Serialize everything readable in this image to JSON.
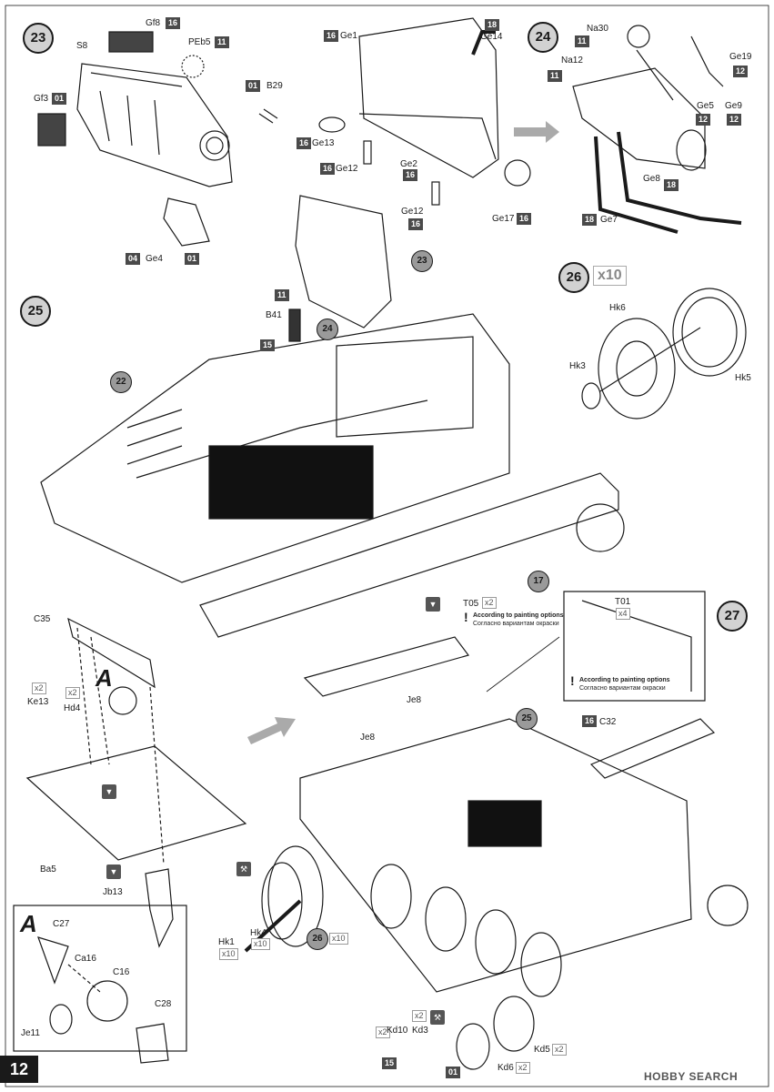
{
  "page_number": "12",
  "watermark": "HOBBY SEARCH",
  "steps": {
    "s23": "23",
    "s24": "24",
    "s25": "25",
    "s26": "26",
    "s27": "27"
  },
  "refs": {
    "r22": "22",
    "r23": "23",
    "r24": "24",
    "r17": "17",
    "r25": "25",
    "r26": "26"
  },
  "qty": {
    "x10_big": "x10",
    "x10_small": "x10",
    "x2_ke13": "x2",
    "x2_hd4": "x2",
    "x10_hk1": "x10",
    "x10_hk4": "x10",
    "x2_t05": "x2",
    "x4_t01": "x4",
    "x2_kd10": "x2",
    "x2_kd3": "x2",
    "x2_kd5": "x2",
    "x2_kd6": "x2"
  },
  "notes": {
    "en": "According to painting options",
    "ru": "Согласно вариантам окраски",
    "en2": "According to painting options",
    "ru2": "Согласно вариантам окраски"
  },
  "callout_A": "A",
  "callout_A2": "A",
  "step23": {
    "gf8": "Gf8",
    "gf8_tag": "16",
    "s8": "S8",
    "peb5": "PEb5",
    "peb5_tag": "11",
    "gf3": "Gf3",
    "gf3_tag": "01",
    "b29": "B29",
    "b29_tag": "01",
    "ge4": "Ge4",
    "ge4_tag1": "04",
    "ge4_tag2": "01"
  },
  "step24a": {
    "ge1": "Ge1",
    "ge1_tag": "16",
    "ge14": "Ge14",
    "ge14_tag": "18",
    "ge13": "Ge13",
    "ge13_tag": "16",
    "ge2": "Ge2",
    "ge2_tag": "16",
    "ge12a": "Ge12",
    "ge12a_tag": "16",
    "ge12b": "Ge12",
    "ge12b_tag": "16",
    "ge17": "Ge17",
    "ge17_tag": "16"
  },
  "step24b": {
    "na30": "Na30",
    "na30_tag": "11",
    "na12": "Na12",
    "na12_tag": "11",
    "ge19": "Ge19",
    "ge19_tag": "12",
    "ge5": "Ge5",
    "ge5_tag": "12",
    "ge9": "Ge9",
    "ge9_tag": "12",
    "ge8": "Ge8",
    "ge8_tag": "18",
    "ge7": "Ge7",
    "ge7_tag": "18"
  },
  "step25": {
    "b41": "B41",
    "b41_tag1": "11",
    "b41_tag2": "15"
  },
  "step26": {
    "hk6": "Hk6",
    "hk3": "Hk3",
    "hk5": "Hk5"
  },
  "step27": {
    "c35": "C35",
    "ke13": "Ke13",
    "hd4": "Hd4",
    "ba5": "Ba5",
    "jb13": "Jb13",
    "t05": "T05",
    "t01": "T01",
    "je8a": "Je8",
    "je8b": "Je8",
    "c32": "C32",
    "c32_tag": "16",
    "hk1": "Hk1",
    "hk4": "Hk4",
    "kd10": "Kd10",
    "kd3": "Kd3",
    "kd5": "Kd5",
    "kd6": "Kd6",
    "kd_tag1": "15",
    "kd_tag2": "01"
  },
  "detailA": {
    "c27": "C27",
    "ca16": "Ca16",
    "c16": "C16",
    "je11": "Je11",
    "c28": "C28"
  }
}
